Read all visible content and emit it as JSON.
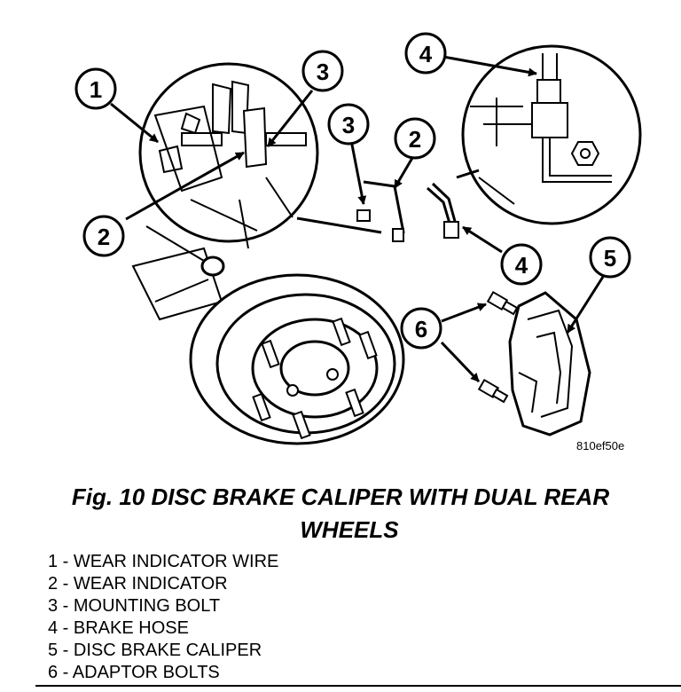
{
  "figure": {
    "ref_code": "810ef50e",
    "caption_line1": "Fig. 10 DISC BRAKE CALIPER WITH DUAL REAR",
    "caption_line2": "WHEELS"
  },
  "callouts": {
    "c1": "1",
    "c2a": "2",
    "c2b": "2",
    "c3a": "3",
    "c3b": "3",
    "c4a": "4",
    "c4b": "4",
    "c5": "5",
    "c6": "6"
  },
  "legend": [
    "1 - WEAR INDICATOR WIRE",
    "2 - WEAR INDICATOR",
    "3 - MOUNTING BOLT",
    "4 - BRAKE HOSE",
    "5 - DISC BRAKE CALIPER",
    "6 - ADAPTOR BOLTS"
  ]
}
